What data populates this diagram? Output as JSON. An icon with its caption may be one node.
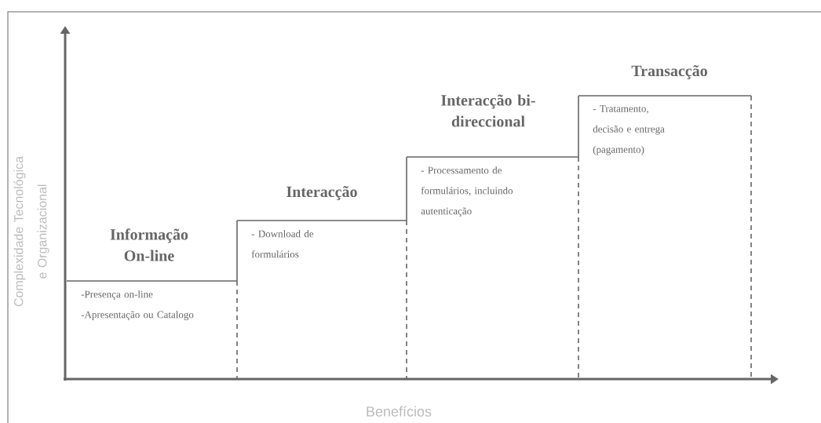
{
  "diagram": {
    "nodes": [
      {
        "text": [
          "Informação On-line",
          "-Presença on-line",
          "-Apresentação ou Catalogo"
        ]
      },
      {
        "text": [
          "Interacção",
          "- Download de formulários"
        ]
      },
      {
        "text": [
          "Interacção bi-direccional",
          "- Processamento de formulários, incluindo autenticação"
        ]
      },
      {
        "text": [
          "Transacção",
          "- Tratamento, decisão e entrega (pagamento)"
        ]
      }
    ],
    "labels": [
      "Complexidade Tecnológica e Organizacional",
      "Benefícios"
    ]
  }
}
